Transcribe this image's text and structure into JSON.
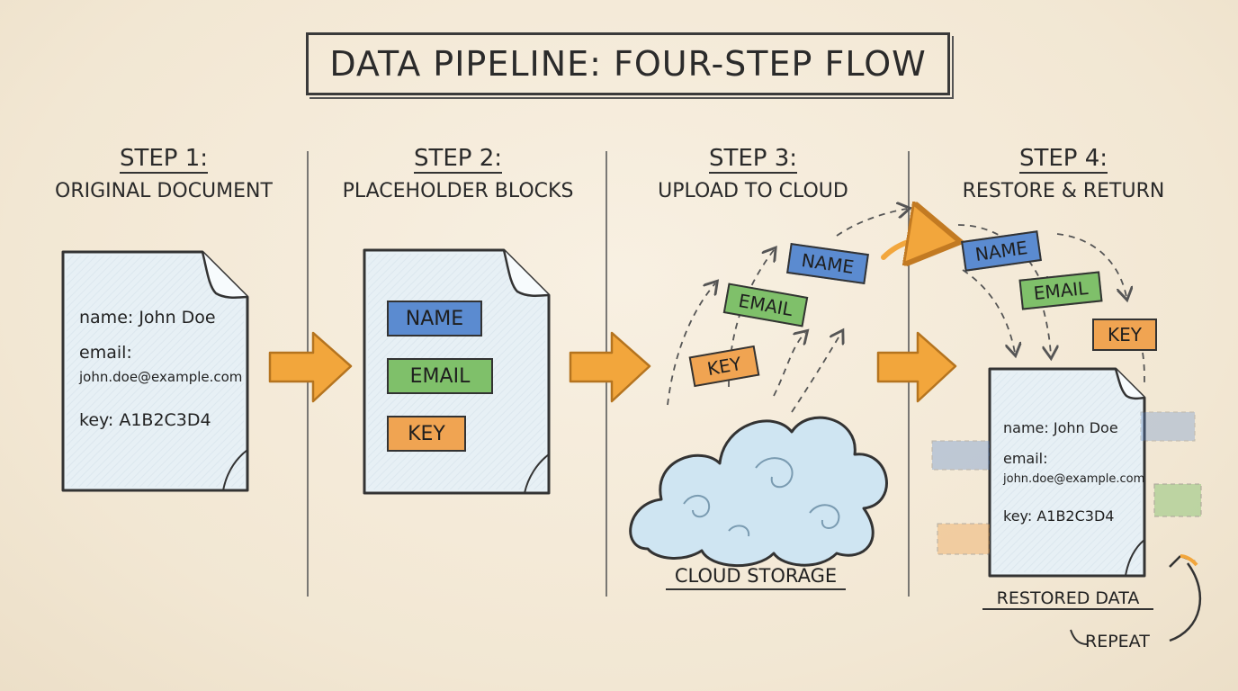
{
  "title": "DATA PIPELINE: FOUR-STEP FLOW",
  "colors": {
    "name_tag": "#5b8bd0",
    "email_tag": "#7fc06a",
    "key_tag": "#f0a452",
    "arrow": "#f2a63c",
    "doc_fill": "#e7f0f5",
    "cloud_fill": "#cfe5f2"
  },
  "steps": [
    {
      "number": "STEP 1:",
      "title": "ORIGINAL DOCUMENT"
    },
    {
      "number": "STEP 2:",
      "title": "PLACEHOLDER BLOCKS"
    },
    {
      "number": "STEP 3:",
      "title": "UPLOAD TO CLOUD"
    },
    {
      "number": "STEP 4:",
      "title": "RESTORE & RETURN"
    }
  ],
  "original_document": {
    "name_line": "name: John Doe",
    "email_label": "email:",
    "email_value": "john.doe@example.com",
    "key_line": "key: A1B2C3D4"
  },
  "tags": {
    "name": "NAME",
    "email": "EMAIL",
    "key": "KEY"
  },
  "cloud_label": "CLOUD STORAGE",
  "restored_document": {
    "name_line": "name: John Doe",
    "email_label": "email:",
    "email_value": "john.doe@example.com",
    "key_line": "key: A1B2C3D4"
  },
  "restored_label": "RESTORED DATA",
  "repeat_label": "REPEAT"
}
